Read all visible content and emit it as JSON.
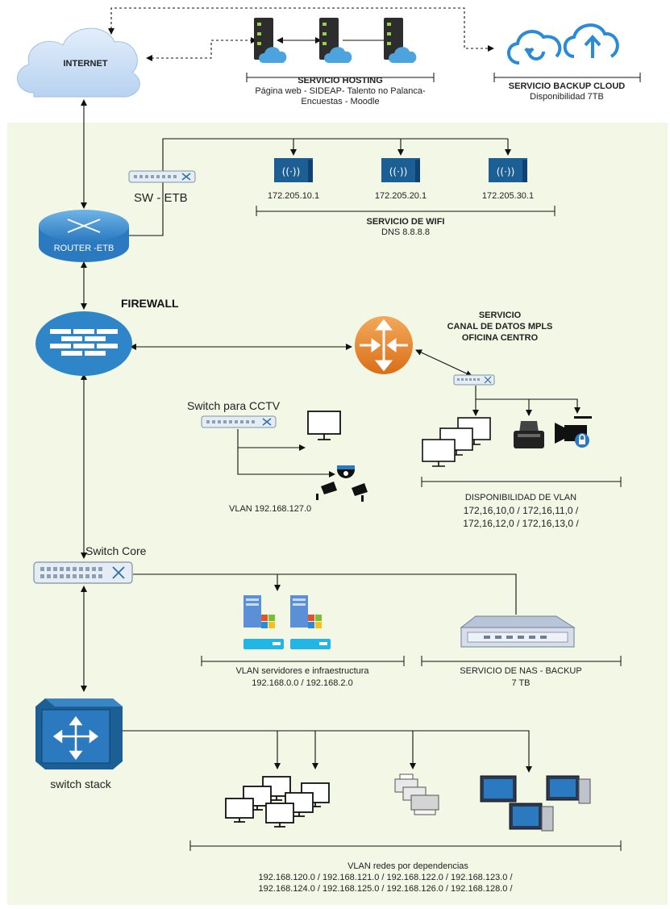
{
  "internet": {
    "label": "INTERNET"
  },
  "hosting": {
    "title": "SERVICIO HOSTING",
    "line1": "Página web - SIDEAP- Talento no Palanca-",
    "line2": "Encuestas - Moodle"
  },
  "backup_cloud": {
    "title": "SERVICIO BACKUP CLOUD",
    "sub": "Disponibilidad 7TB"
  },
  "sw_etb": {
    "label": "SW - ETB"
  },
  "router": {
    "label": "ROUTER -ETB"
  },
  "wifi": {
    "ips": [
      "172.205.10.1",
      "172.205.20.1",
      "172.205.30.1"
    ],
    "title": "SERVICIO DE WIFI",
    "dns": "DNS 8.8.8.8"
  },
  "firewall": {
    "label": "FIREWALL"
  },
  "mpls": {
    "line1": "SERVICIO",
    "line2": "CANAL DE DATOS MPLS",
    "line3": "OFICINA CENTRO"
  },
  "cctv": {
    "switch_label": "Switch para CCTV",
    "vlan": "VLAN 192.168.127.0"
  },
  "vlan_avail": {
    "title": "DISPONIBILIDAD DE VLAN",
    "line1": "172,16,10,0 / 172,16,11,0 /",
    "line2": "172,16,12,0 / 172,16,13,0 /"
  },
  "switch_core": {
    "label": "Switch Core"
  },
  "servers": {
    "title": "VLAN servidores e infraestructura",
    "sub": "192.168.0.0 / 192.168.2.0"
  },
  "nas": {
    "title": "SERVICIO DE NAS - BACKUP",
    "sub": "7 TB"
  },
  "stack": {
    "label": "switch stack"
  },
  "deps": {
    "title": "VLAN redes por dependencias",
    "line1": "192.168.120.0 / 192.168.121.0 / 192.168.122.0 / 192.168.123.0 /",
    "line2": "192.168.124.0 / 192.168.125.0 / 192.168.126.0 / 192.168.128.0 /"
  },
  "colors": {
    "panel": "#f2f7e6",
    "blue": "#1b6ea8",
    "cloud": "#cfe3f7",
    "orange": "#ee8a2e"
  }
}
